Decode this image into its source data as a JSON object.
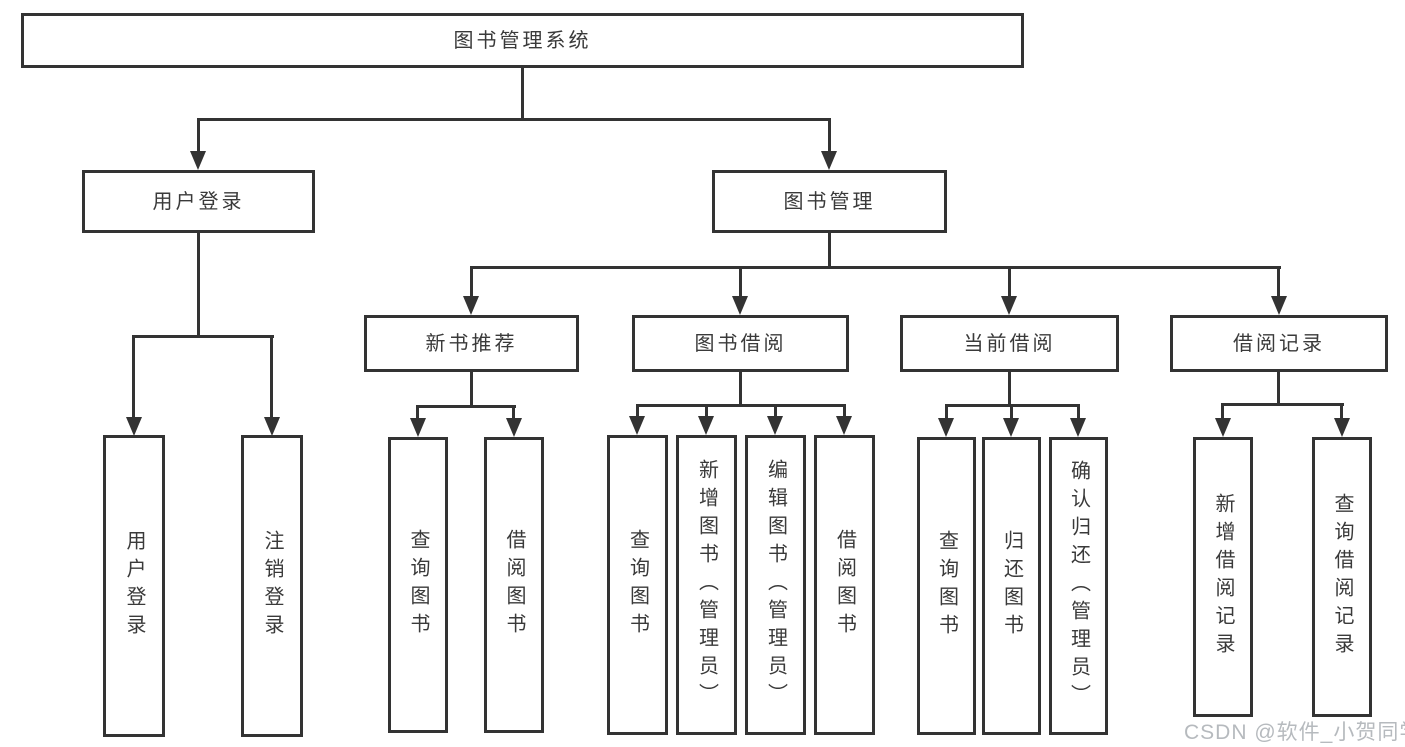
{
  "diagram": {
    "root": {
      "label": "图书管理系统"
    },
    "level2": [
      {
        "label": "用户登录"
      },
      {
        "label": "图书管理"
      }
    ],
    "level3": [
      {
        "label": "新书推荐"
      },
      {
        "label": "图书借阅"
      },
      {
        "label": "当前借阅"
      },
      {
        "label": "借阅记录"
      }
    ],
    "leaves": {
      "user_login": [
        "用户登录",
        "注销登录"
      ],
      "new_book_recommend": [
        "查询图书",
        "借阅图书"
      ],
      "book_borrow": [
        "查询图书",
        "新增图书（管理员）",
        "编辑图书（管理员）",
        "借阅图书"
      ],
      "current_borrow": [
        "查询图书",
        "归还图书",
        "确认归还（管理员）"
      ],
      "borrow_records": [
        "新增借阅记录",
        "查询借阅记录"
      ]
    }
  },
  "watermark": "CSDN @软件_小贺同学",
  "colors": {
    "line": "#333333",
    "text": "#3a3a3a",
    "watermark": "#acb0b5",
    "background": "#ffffff"
  }
}
